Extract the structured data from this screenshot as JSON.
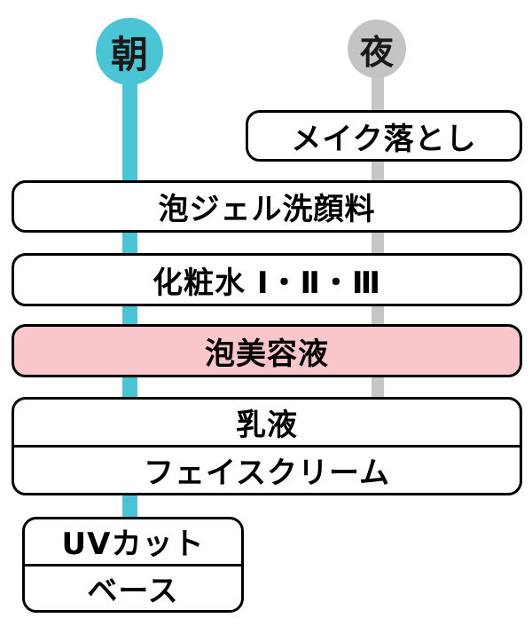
{
  "diagram": {
    "type": "routine-flow",
    "background": "#ffffff"
  },
  "columns": [
    {
      "id": "morning",
      "label": "朝",
      "color": "#4bc5d6"
    },
    {
      "id": "night",
      "label": "夜",
      "color": "#c4c4c4"
    }
  ],
  "steps": [
    {
      "label": "メイク落とし",
      "applies_to": "night",
      "fill": "#ffffff"
    },
    {
      "label": "泡ジェル洗顔料",
      "applies_to": "both",
      "fill": "#ffffff"
    },
    {
      "label": "化粧水 Ⅰ・Ⅱ・Ⅲ",
      "applies_to": "both",
      "fill": "#ffffff"
    },
    {
      "label": "泡美容液",
      "applies_to": "both",
      "fill": "#f9c7cb"
    },
    {
      "rows": [
        "乳液",
        "フェイスクリーム"
      ],
      "applies_to": "both",
      "fill": "#ffffff"
    },
    {
      "rows": [
        "UVカット",
        "ベース"
      ],
      "applies_to": "morning",
      "fill": "#ffffff"
    }
  ]
}
